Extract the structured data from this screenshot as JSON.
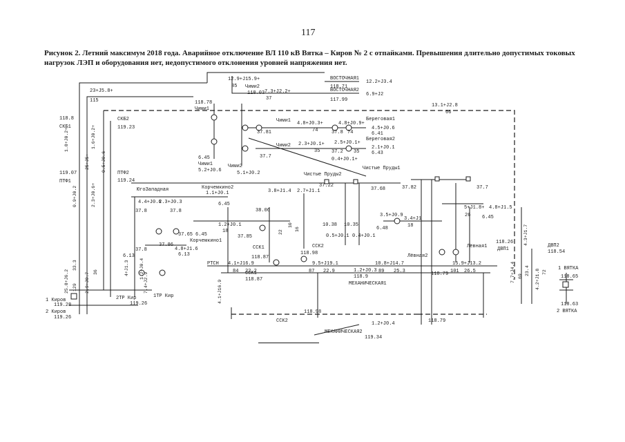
{
  "page_number": "117",
  "caption": "Рисунок 2. Летний максимум 2018 года. Аварийное отключение ВЛ 110 кВ Вятка – Киров № 2 с отпайками. Превышения длительно допустимых токовых нагрузок ЛЭП и оборудования нет, недопустимого отклонения уровней напряжения нет.",
  "nodes": {
    "vostochnaya1": "ВОСТОЧНАЯ1",
    "vostochnaya2": "ВОСТОЧНАЯ2",
    "chimi1": "Чими1",
    "chimi2": "Чими2",
    "chimi1b": "Чими1",
    "chimi2b": "Чими2",
    "beregovaya1": "Береговая1",
    "beregovaya2": "Береговая2",
    "chistye_prudy1": "Чистые Пруды1",
    "chistye_prudy2": "Чистые Пруды2",
    "skb1": "СКБ1",
    "skb2": "СКБ2",
    "ptf1": "ПТФ1",
    "ptf2": "ПТФ2",
    "yugozapadnaya": "ЮгоЗападная",
    "korchemkino2": "Корчемкино2",
    "korchemkino1": "Корчемкино1",
    "ssk1": "ССК1",
    "ssk2": "ССК2",
    "ssk2_bottom": "ССК2",
    "ptsn": "РТСН",
    "mekhanicheskaya1": "МЕХАНИЧЕСКАЯ1",
    "mekhanicheskaya2": "МЕХАНИЧЕСКАЯ2",
    "lyovnaya1": "Лёвная1",
    "lyovnaya2": "Лёвная2",
    "dvp1": "ДВП1",
    "dvp2": "ДВП2",
    "vyatka1": "1 ВЯТКА",
    "vyatka2": "2 ВЯТКА",
    "kirov1": "1 Киров",
    "kirov2": "2 Киров",
    "tr_kir1": "1ТР Кир",
    "tr_kir2": "2ТР Кир"
  },
  "voltages": {
    "v11878": "118.78",
    "v11803": "118.03",
    "v11871": "118.71",
    "v11799": "117.99",
    "v118_8": "118.8",
    "v11923": "119.23",
    "v11907": "119.07",
    "v11924": "119.24",
    "v3781": "37.81",
    "v378": "37.8",
    "v372": "37.2",
    "v377": "37.7",
    "v3722": "37.22",
    "v3768": "37.68",
    "v3782": "37.82",
    "v3777": "37.7",
    "v645a": "6.45",
    "v641": "6.41",
    "v643": "6.43",
    "v645b": "6.45",
    "v645c": "6.45",
    "v648": "6.48",
    "v3806": "38.06",
    "v3785": "37.85",
    "v3765": "37.65",
    "v3786": "37.86",
    "v378b": "37.8",
    "v378c": "37.8",
    "v378d": "37.8",
    "v613a": "6.13",
    "v613b": "6.13",
    "v11887a": "118.87",
    "v11887b": "118.87",
    "v11898a": "118.98",
    "v11898b": "118.98",
    "v118_9": "118.9",
    "v11879a": "118.79",
    "v11879b": "118.79",
    "v11826": "118.26",
    "v11854": "118.54",
    "v11865": "118.65",
    "v11863": "118.63",
    "v11928": "119.28",
    "v11926a": "119.26",
    "v11926b": "119.26",
    "v11934": "119.34"
  },
  "flows": {
    "f1": "12.9+J15.9+",
    "f2": "12.2+J3.4",
    "f3": "7.3+J2.2+",
    "f4": "6.9+J2",
    "f5": "23+J5.8+",
    "f6": "13.1+J2.8",
    "f7": "4.8+J0.3+",
    "f8": "4.8+J0.9+",
    "f9": "4.5+J0.6",
    "f10": "2.3+J0.1+",
    "f11": "2.5+J0.1+",
    "f12": "2.1+J0.1",
    "f13": "0.4+J0.1+",
    "f14": "5.2+J0.6",
    "f15": "5.1+J0.2",
    "f16": "1.8+J0.2+",
    "f17": "1.6+J0.2+",
    "f18": "25+J5+",
    "f19": "0.5+J0.6",
    "f20": "0.9+J0.2",
    "f21": "2.3+J0.6+",
    "f22": "4.4+J0.6",
    "f23": "2.3+J0.3",
    "f24": "1.1+J0.1",
    "f25": "3.8+J1.4",
    "f26": "2.7+J1.1",
    "f27": "1.2+J0.1",
    "f28": "3.5+J0.9",
    "f29": "3.4+J1",
    "f30": "5+J1.8+",
    "f31": "4.8+J1.5",
    "f32": "0.5+J0.1",
    "f33": "0.4+J0.1",
    "f34": "4.1+J16.9",
    "f35": "9.5+J19.1",
    "f36": "10.8+J14.7",
    "f37": "15.9+J13.2",
    "f38": "4.8+J1.6",
    "f39": "7.4+J2.9",
    "f40": "4+J1.3",
    "f41": "1.2+J0.4",
    "f42": "1.2+J0.3",
    "f43": "4.1+J16.9",
    "f44": "4.3+J1.7",
    "f45": "7.7+J4.4",
    "f46": "4.2+J1.8",
    "f47": "25.8+J6.2",
    "f48": "2.9+J0.7",
    "f49": "1.2+J0.4"
  },
  "loadings": {
    "p85": "85",
    "p37": "37",
    "p115": "115",
    "p66": "66",
    "p74": "74",
    "p35a": "35",
    "p35b": "35",
    "p18": "18",
    "p22": "22",
    "p84": "84",
    "p222": "22.2",
    "p87": "87",
    "p229": "22.9",
    "p89": "89",
    "p253": "25.3",
    "p101": "101",
    "p265": "26.5",
    "p129": "129",
    "p333": "33.3",
    "p36": "36",
    "p69": "69",
    "p234": "23.4",
    "p72": "72",
    "p26": "26",
    "p16": "16",
    "p10": "10",
    "p1036": "10.38",
    "p1035": "10.35"
  }
}
